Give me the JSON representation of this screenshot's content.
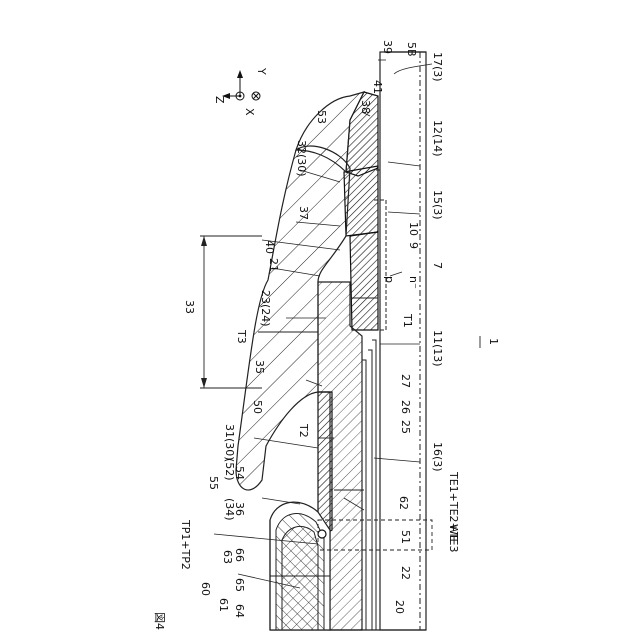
{
  "figure": {
    "number": "図4",
    "ref": "1"
  },
  "axes": {
    "x": "X",
    "y": "Y",
    "z": "Z"
  },
  "labels": {
    "l_5b": "5B",
    "l_39": "39",
    "l_17_3": "17(3)",
    "l_41": "41",
    "l_38": "38",
    "l_53": "53",
    "l_12_14": "12(14)",
    "l_32_30": "32(30)",
    "l_15_3": "15(3)",
    "l_37": "37",
    "l_10": "10",
    "l_9": "9",
    "l_40": "40",
    "l_21": "21",
    "l_7": "7",
    "l_n": "n⁻",
    "l_p": "p",
    "l_33": "33",
    "l_23_24": "23(24)",
    "l_T1": "T1",
    "l_11_13": "11(13)",
    "l_T3": "T3",
    "l_27": "27",
    "l_35": "35",
    "l_26": "26",
    "l_50": "50",
    "l_25": "25",
    "l_31_30": "31(30)",
    "l_T2": "T2",
    "l_16_3": "16(3)",
    "l_52": "(52)",
    "l_54": "54",
    "l_55": "55",
    "l_34": "(34)",
    "l_36": "36",
    "l_TE": "TE1+TE2+TE3",
    "l_62": "62",
    "l_TP": "TP1+TP2",
    "l_51": "51",
    "l_WE": "WE",
    "l_63": "63",
    "l_66": "66",
    "l_60": "60",
    "l_65": "65",
    "l_22": "22",
    "l_61": "61",
    "l_64": "64",
    "l_20": "20"
  }
}
